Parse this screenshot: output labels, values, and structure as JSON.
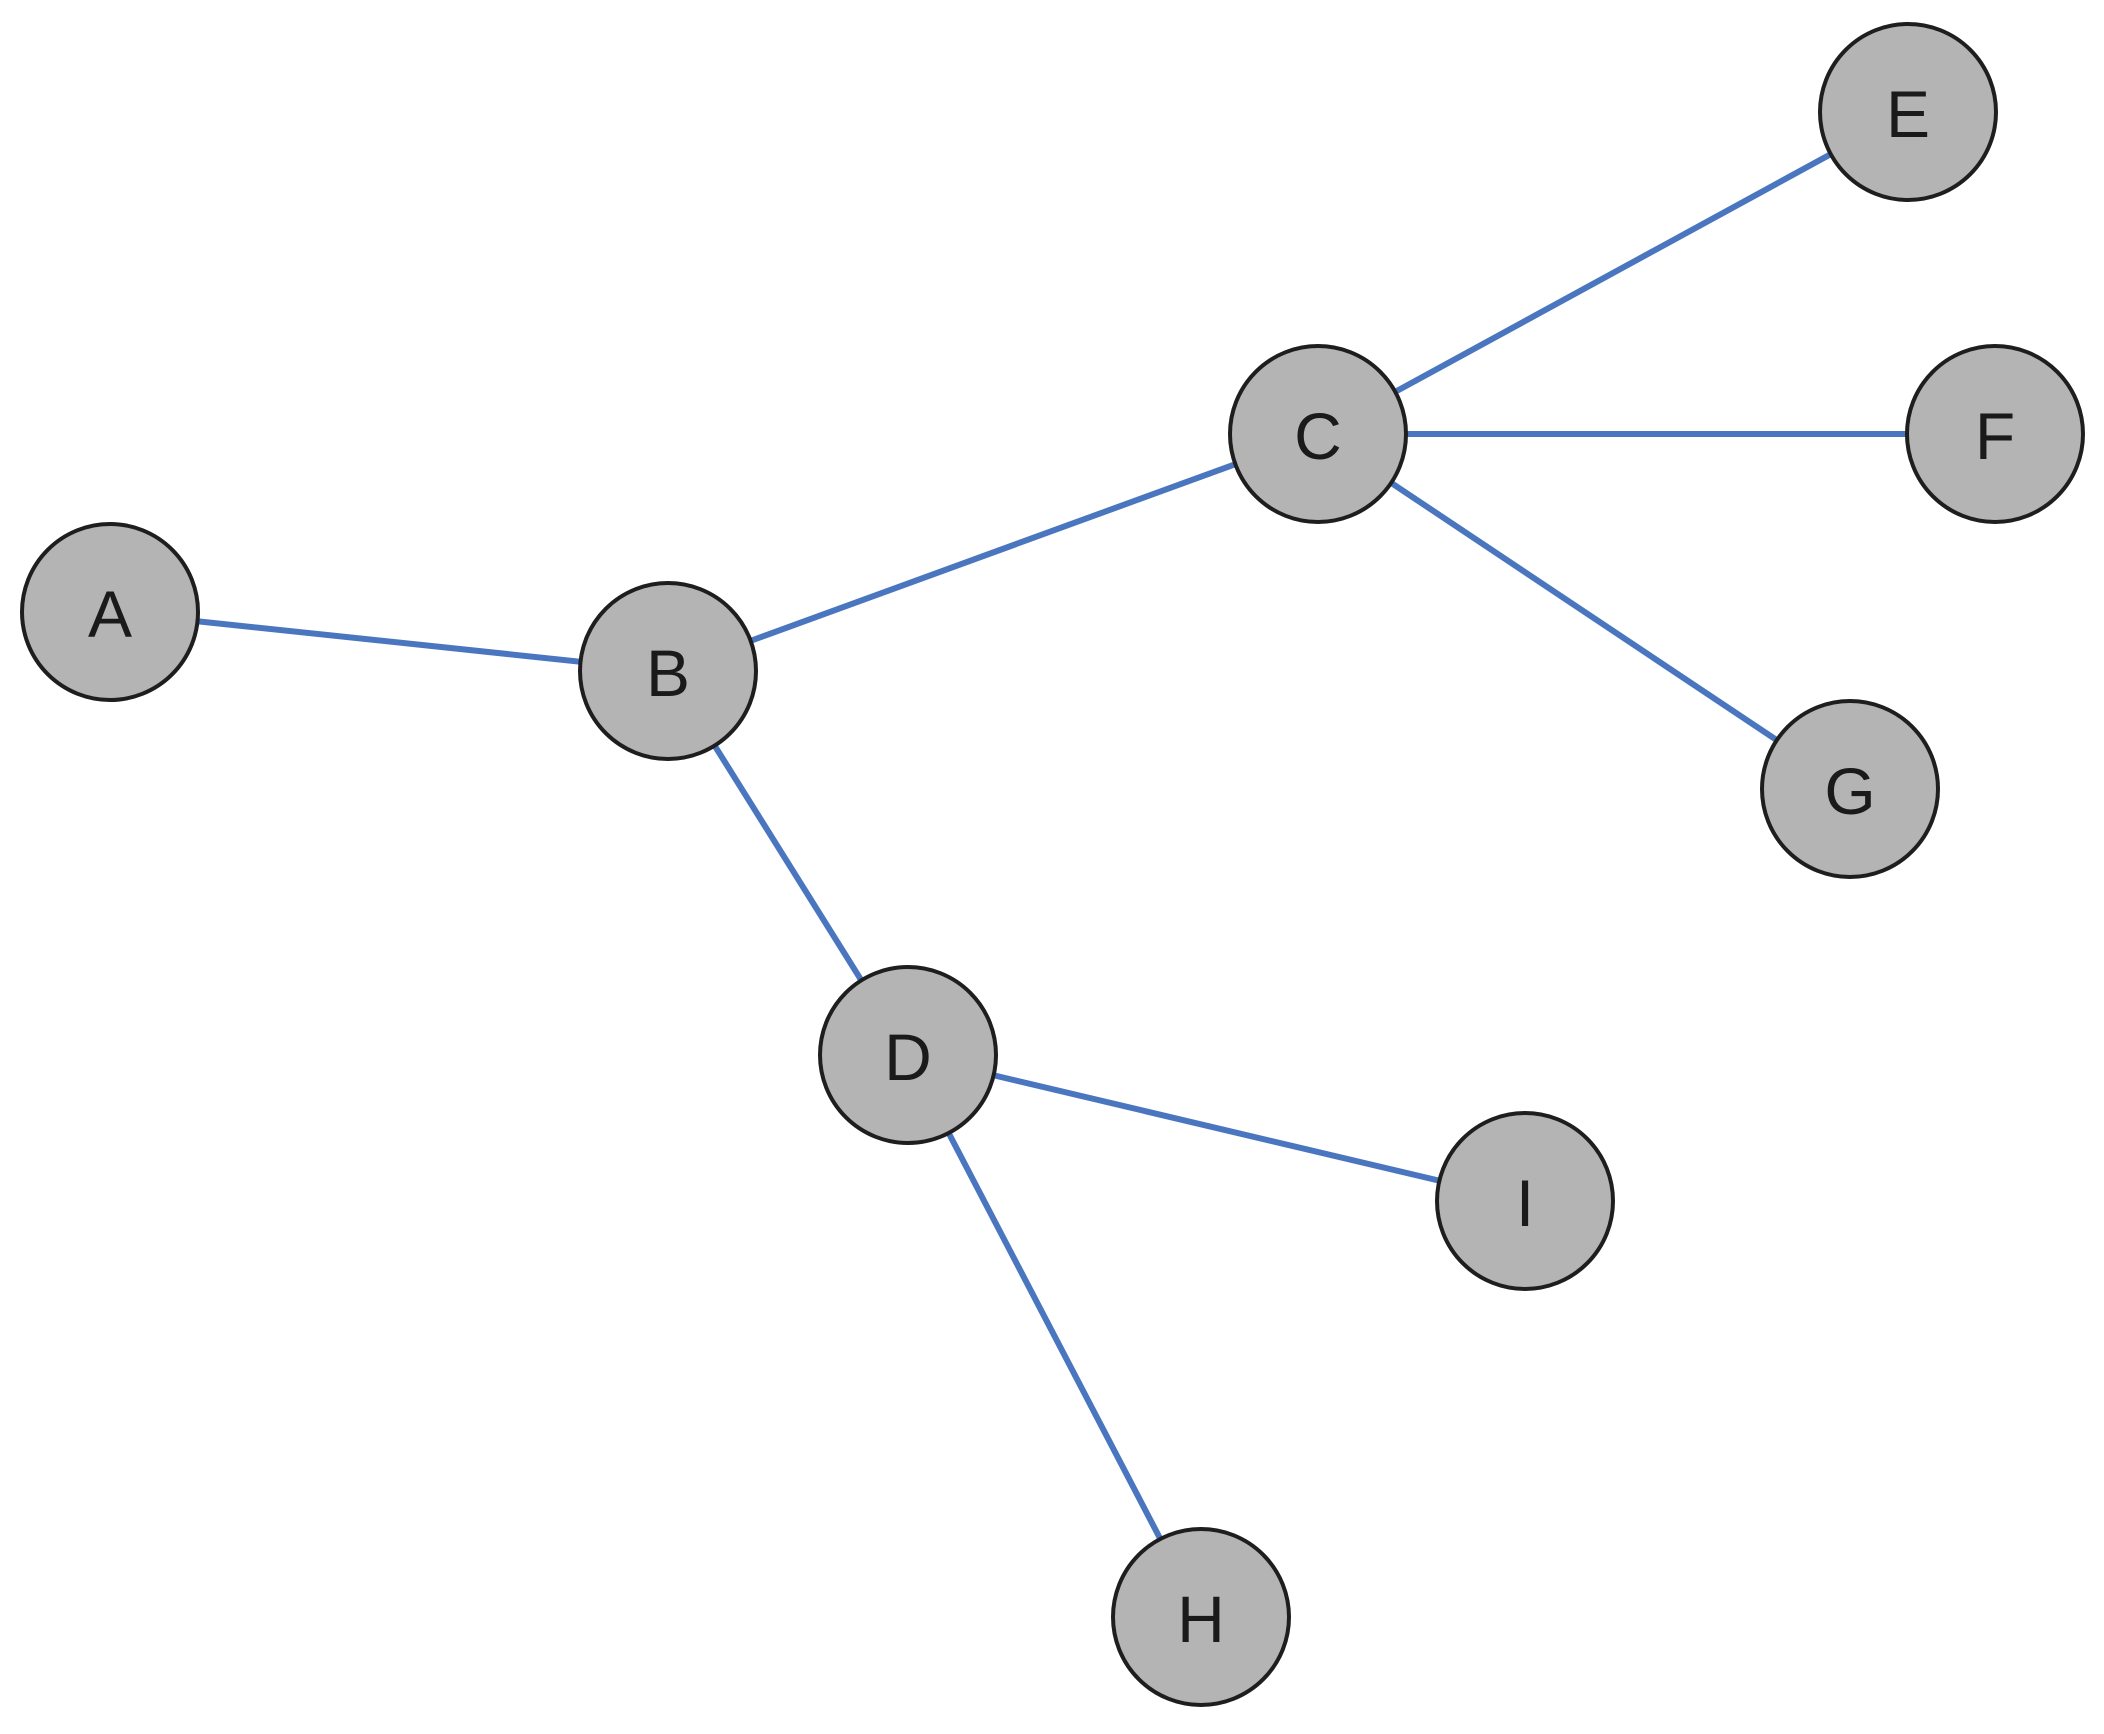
{
  "diagram": {
    "type": "tree",
    "colors": {
      "edge": "#4a76c0",
      "node_fill": "#b4b4b4",
      "node_stroke": "#1e1e1e",
      "label": "#1a1a1a"
    },
    "nodes": [
      {
        "id": "A",
        "label": "A"
      },
      {
        "id": "B",
        "label": "B"
      },
      {
        "id": "C",
        "label": "C"
      },
      {
        "id": "D",
        "label": "D"
      },
      {
        "id": "E",
        "label": "E"
      },
      {
        "id": "F",
        "label": "F"
      },
      {
        "id": "G",
        "label": "G"
      },
      {
        "id": "H",
        "label": "H"
      },
      {
        "id": "I",
        "label": "I"
      }
    ],
    "edges": [
      {
        "from": "A",
        "to": "B"
      },
      {
        "from": "B",
        "to": "C"
      },
      {
        "from": "B",
        "to": "D"
      },
      {
        "from": "C",
        "to": "E"
      },
      {
        "from": "C",
        "to": "F"
      },
      {
        "from": "C",
        "to": "G"
      },
      {
        "from": "D",
        "to": "I"
      },
      {
        "from": "D",
        "to": "H"
      }
    ]
  }
}
